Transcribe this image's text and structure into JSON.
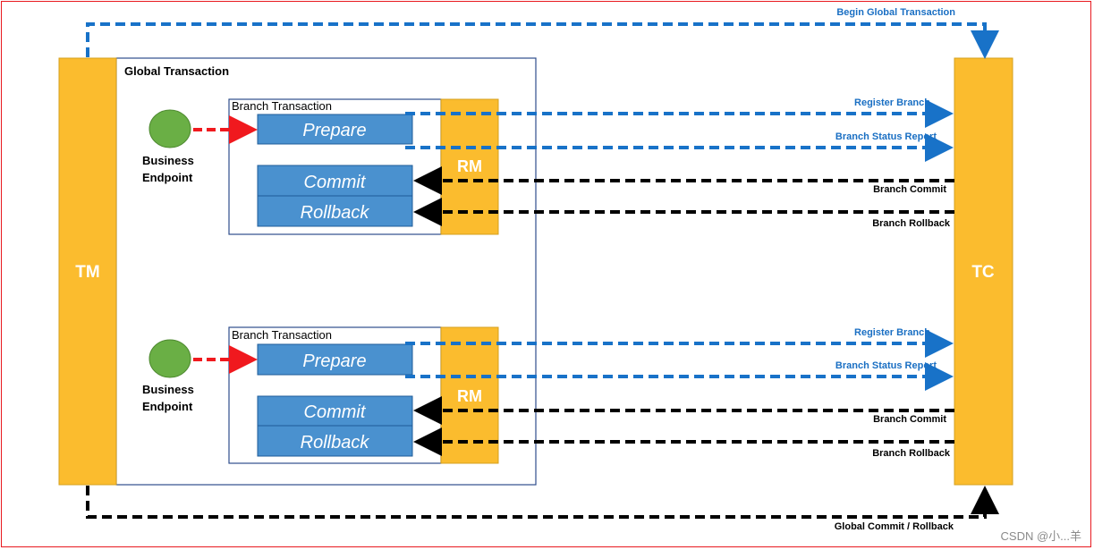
{
  "colors": {
    "border": "#e8191f",
    "bar": "#fbbc2e",
    "bar_stroke": "#d6a01f",
    "box": "#4a91cf",
    "box_stroke": "#1f5c99",
    "outline": "#2e4e8c",
    "blue_arrow": "#1872c8",
    "blue_text": "#1a6fc3",
    "red_arrow": "#f0191e",
    "black": "#000000",
    "circle": "#6aaf45",
    "circle_stroke": "#4e8a30"
  },
  "tm_label": "TM",
  "tc_label": "TC",
  "global_transaction_label": "Global Transaction",
  "begin_global_transaction_label": "Begin Global Transaction",
  "global_commit_rollback_label": "Global Commit / Rollback",
  "branches": [
    {
      "branch_transaction_label": "Branch Transaction",
      "business_endpoint_line1": "Business",
      "business_endpoint_line2": "Endpoint",
      "prepare_label": "Prepare",
      "commit_label": "Commit",
      "rollback_label": "Rollback",
      "rm_label": "RM",
      "register_branch_label": "Register Branch",
      "branch_status_report_label": "Branch Status Report",
      "branch_commit_label": "Branch Commit",
      "branch_rollback_label": "Branch Rollback"
    },
    {
      "branch_transaction_label": "Branch Transaction",
      "business_endpoint_line1": "Business",
      "business_endpoint_line2": "Endpoint",
      "prepare_label": "Prepare",
      "commit_label": "Commit",
      "rollback_label": "Rollback",
      "rm_label": "RM",
      "register_branch_label": "Register Branch",
      "branch_status_report_label": "Branch Status Report",
      "branch_commit_label": "Branch Commit",
      "branch_rollback_label": "Branch Rollback"
    }
  ],
  "watermark": "CSDN @小...羊"
}
